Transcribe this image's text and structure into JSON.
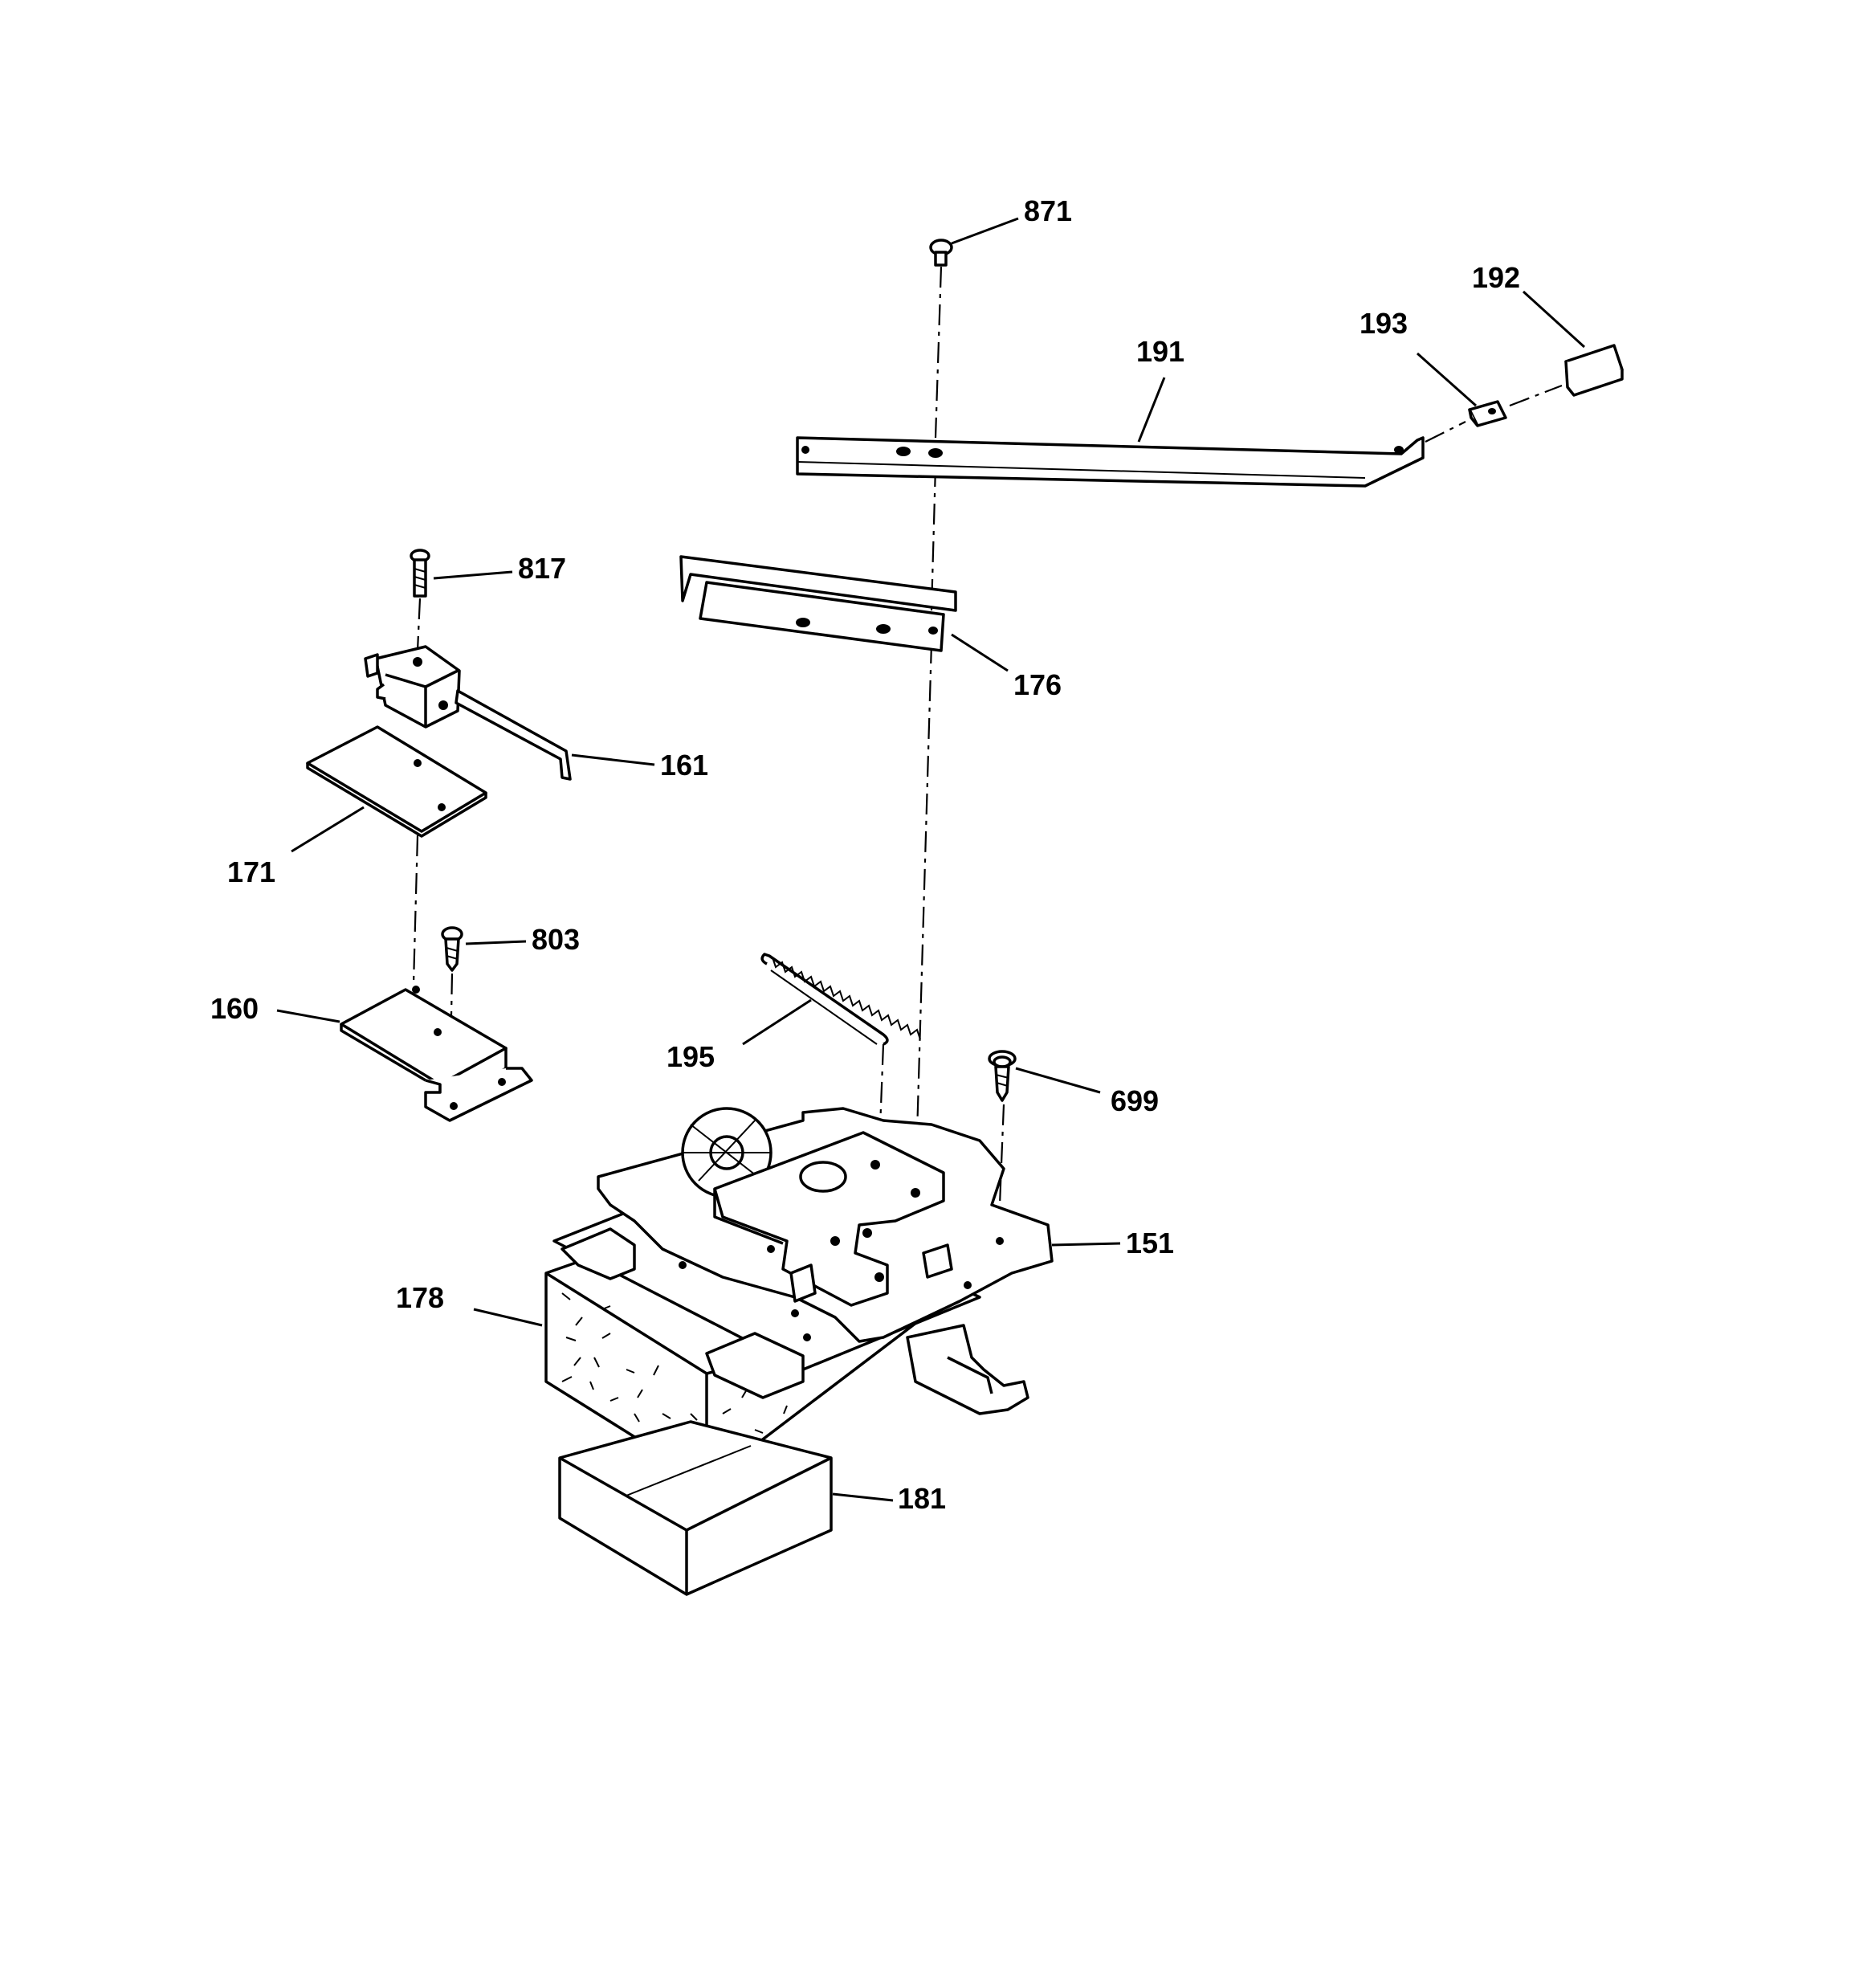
{
  "parts": {
    "p871": "871",
    "p192": "192",
    "p193": "193",
    "p191": "191",
    "p817": "817",
    "p176": "176",
    "p161": "161",
    "p171": "171",
    "p803": "803",
    "p160": "160",
    "p195": "195",
    "p699": "699",
    "p151": "151",
    "p178": "178",
    "p181": "181"
  }
}
